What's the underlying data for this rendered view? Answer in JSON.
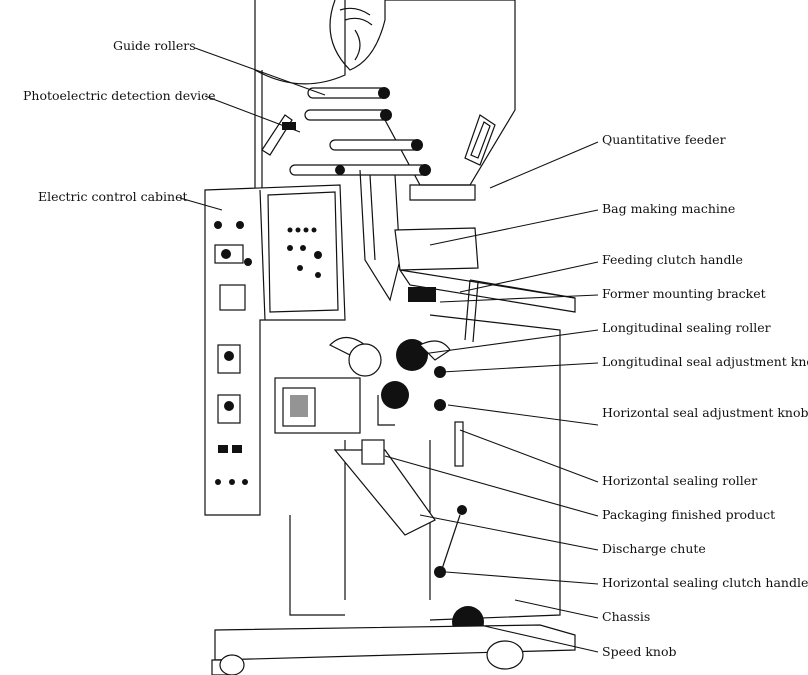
{
  "labels": {
    "guide_rollers": "Guide rollers",
    "photoelectric": "Photoelectric detection device",
    "electric_cabinet": "Electric control cabinet",
    "quantitative_feeder": "Quantitative feeder",
    "bag_making": "Bag making machine",
    "feeding_clutch": "Feeding clutch handle",
    "former_bracket": "Former mounting bracket",
    "long_roller": "Longitudinal sealing roller",
    "long_knob": "Longitudinal seal adjustment knob",
    "horiz_knob": "Horizontal seal adjustment knob",
    "horiz_roller": "Horizontal sealing roller",
    "finished_product": "Packaging finished product",
    "discharge_chute": "Discharge chute",
    "horiz_clutch": "Horizontal sealing clutch handle",
    "chassis": "Chassis",
    "speed_knob": "Speed knob"
  }
}
